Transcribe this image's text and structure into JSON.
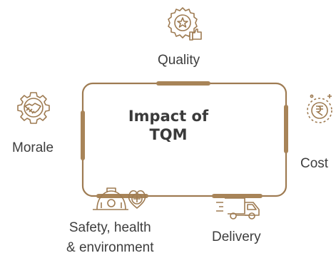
{
  "diagram": {
    "center": {
      "line1": "Impact of",
      "line2": "TQM"
    },
    "nodes": {
      "quality": {
        "label": "Quality",
        "icon": "award-badge-thumbs-up-icon"
      },
      "cost": {
        "label": "Cost",
        "icon": "rupee-coin-icon"
      },
      "morale": {
        "label": "Morale",
        "icon": "gear-handshake-icon"
      },
      "safety": {
        "line1": "Safety, health",
        "line2": "& environment",
        "icon": "hard-hat-heart-icon"
      },
      "delivery": {
        "label": "Delivery",
        "icon": "delivery-truck-icon"
      }
    },
    "colors": {
      "frame": "#9e7b52",
      "accent_bar": "#a88458",
      "text": "#3d3d3d"
    }
  }
}
